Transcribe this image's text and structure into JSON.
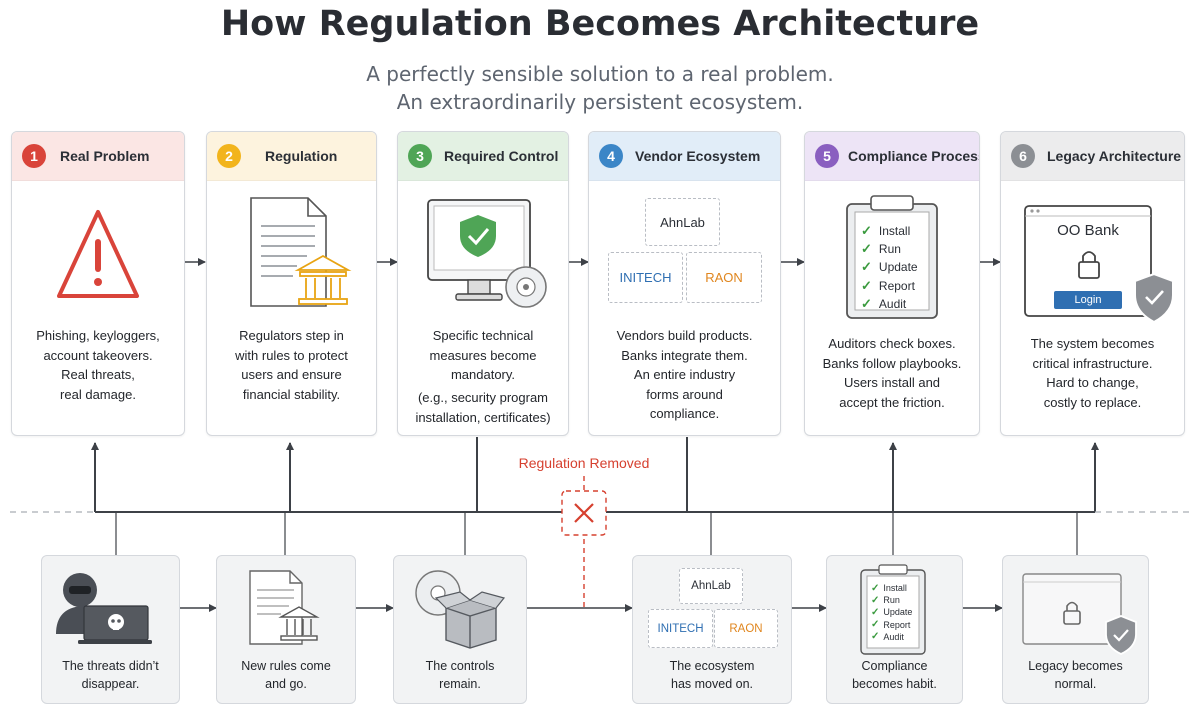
{
  "header": {
    "title": "How Regulation Becomes Architecture",
    "subtitle_line1": "A perfectly sensible solution to a real problem.",
    "subtitle_line2": "An extraordinarily persistent ecosystem."
  },
  "steps": [
    {
      "num": "1",
      "title": "Real Problem",
      "color": "#d9443a",
      "head_bg": "#fbe6e4",
      "desc": [
        "Phishing, keyloggers,",
        "account takeovers.",
        "Real threats,",
        "real damage."
      ]
    },
    {
      "num": "2",
      "title": "Regulation",
      "color": "#f2b41c",
      "head_bg": "#fdf3de",
      "desc": [
        "Regulators step in",
        "with rules to protect",
        "users and ensure",
        "financial stability."
      ]
    },
    {
      "num": "3",
      "title": "Required Control",
      "color": "#4fa556",
      "head_bg": "#e3f1e3",
      "desc": [
        "Specific technical",
        "measures become",
        "mandatory."
      ],
      "desc_note": [
        "(e.g., security program",
        "installation, certificates)"
      ]
    },
    {
      "num": "4",
      "title": "Vendor Ecosystem",
      "color": "#3b86c7",
      "head_bg": "#e1edf8",
      "desc": [
        "Vendors build products.",
        "Banks integrate them.",
        "An entire industry",
        "forms around",
        "compliance."
      ]
    },
    {
      "num": "5",
      "title": "Compliance Process",
      "color": "#8a5fc0",
      "head_bg": "#ede4f6",
      "desc": [
        "Auditors check boxes.",
        "Banks follow playbooks.",
        "Users install and",
        "accept the friction."
      ]
    },
    {
      "num": "6",
      "title": "Legacy Architecture",
      "color": "#8c8f94",
      "head_bg": "#ececed",
      "desc": [
        "The system becomes",
        "critical infrastructure.",
        "Hard to change,",
        "costly to replace."
      ]
    }
  ],
  "vendors": {
    "ahnlab": "AhnLab",
    "initech": "INITECH",
    "raon": "RAON"
  },
  "checklist": [
    "Install",
    "Run",
    "Update",
    "Report",
    "Audit"
  ],
  "bank": {
    "name": "OO Bank",
    "login_label": "Login"
  },
  "removed_label": "Regulation Removed",
  "aftermath": [
    {
      "caption": [
        "The threats didn’t",
        "disappear."
      ]
    },
    {
      "caption": [
        "New rules come",
        "and go."
      ]
    },
    {
      "caption": [
        "The controls",
        "remain."
      ]
    },
    {
      "caption": [
        "The ecosystem",
        "has moved on."
      ]
    },
    {
      "caption": [
        "Compliance",
        "becomes habit."
      ]
    },
    {
      "caption": [
        "Legacy becomes",
        "normal."
      ]
    }
  ],
  "colors": {
    "vendor_ahnlab": "#2b2f36",
    "vendor_initech": "#2f6fb2",
    "vendor_raon": "#e0861e",
    "removed": "#d6402f",
    "line": "#3d4147"
  }
}
